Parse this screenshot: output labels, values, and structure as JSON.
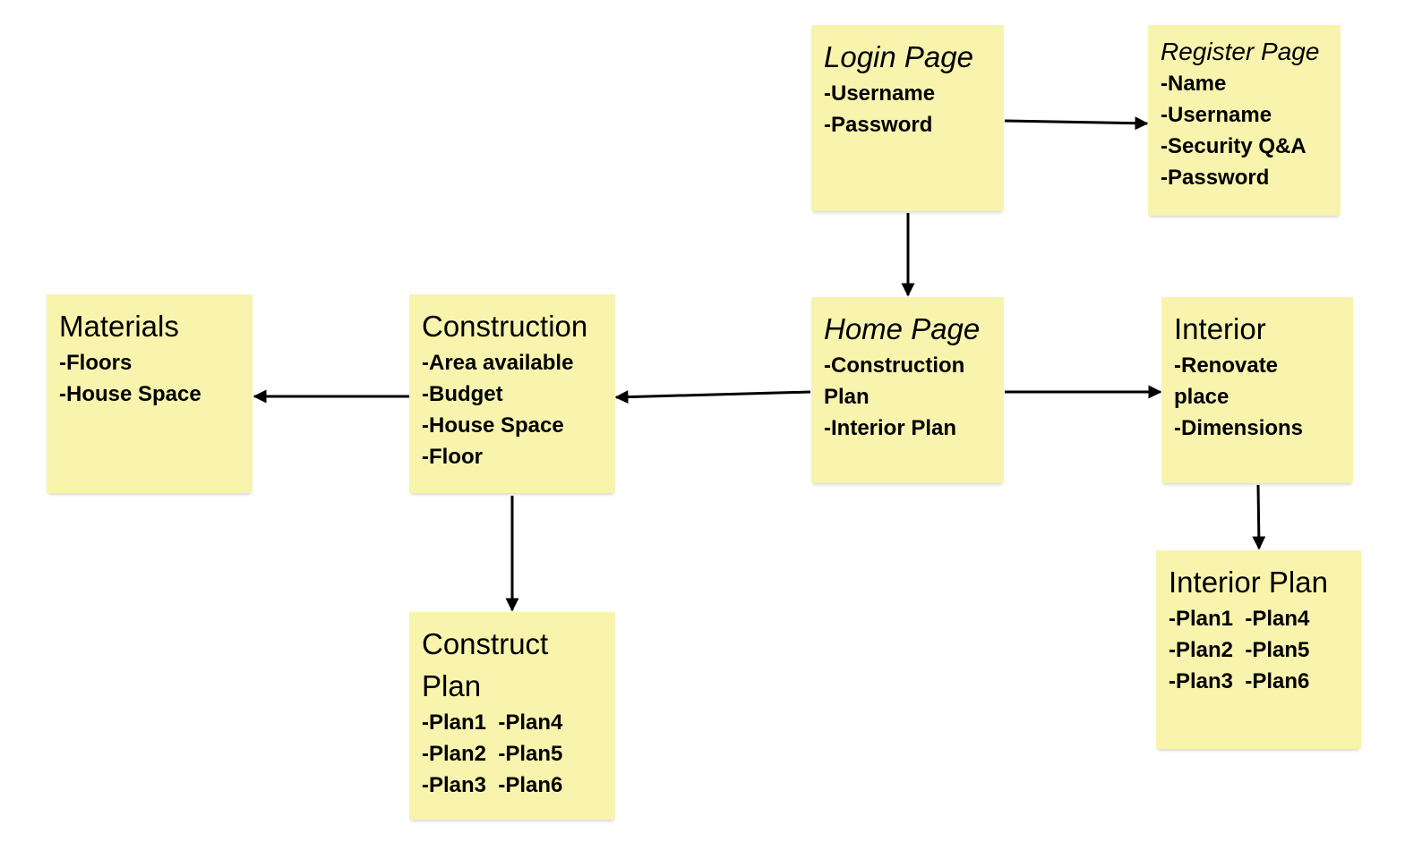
{
  "colors": {
    "note_fill": "#f8f4ae",
    "connector": "#000000",
    "background": "#ffffff"
  },
  "notes": {
    "login": {
      "title": "Login Page",
      "items": [
        "-Username",
        "-Password"
      ]
    },
    "register": {
      "title": "Register Page",
      "items": [
        "-Name",
        "-Username",
        "-Security Q&A",
        "-Password"
      ]
    },
    "home": {
      "title": "Home Page",
      "items": [
        "-Construction",
        "Plan",
        "-Interior Plan"
      ]
    },
    "construction": {
      "title": "Construction",
      "items": [
        "-Area available",
        "-Budget",
        "-House Space",
        "-Floor"
      ]
    },
    "materials": {
      "title": "Materials",
      "items": [
        "-Floors",
        "-House Space"
      ]
    },
    "interior": {
      "title": "Interior",
      "items": [
        "-Renovate",
        "place",
        "-Dimensions"
      ]
    },
    "interior_plan": {
      "title": "Interior Plan",
      "items": [
        "-Plan1  -Plan4",
        "-Plan2  -Plan5",
        "-Plan3  -Plan6"
      ]
    },
    "construct_plan": {
      "title": "Construct\nPlan",
      "items": [
        "-Plan1  -Plan4",
        "-Plan2  -Plan5",
        "-Plan3  -Plan6"
      ]
    }
  }
}
